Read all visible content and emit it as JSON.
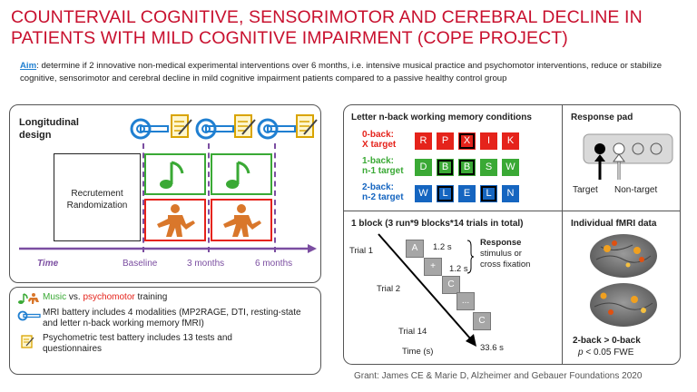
{
  "title": "COUNTERVAIL COGNITIVE, SENSORIMOTOR AND CEREBRAL DECLINE IN PATIENTS WITH MILD COGNITIVE IMPAIRMENT (COPE PROJECT)",
  "aim": {
    "label": "Aim",
    "text": ": determine if 2 innovative non-medical experimental interventions over 6 months, i.e. intensive musical practice and psychomotor interventions, reduce or stabilize cognitive, sensorimotor and cerebral decline in mild cognitive impairment patients compared to a passive healthy control group"
  },
  "design": {
    "title_line1": "Longitudinal",
    "title_line2": "design",
    "recruitment_line1": "Recrutement",
    "recruitment_line2": "Randomization",
    "time_label": "Time",
    "timepoints": [
      "Baseline",
      "3 months",
      "6 months"
    ]
  },
  "legend": {
    "music": "Music",
    "vs": " vs. ",
    "psychomotor": "psychomotor",
    "training": " training",
    "mri_text": "MRI battery includes 4 modalities (MP2RAGE, DTI, resting-state and letter n-back working memory fMRI)",
    "psych_text": "Psychometric test battery includes 13 tests and questionnaires"
  },
  "nback": {
    "title": "Letter n-back working memory conditions",
    "conditions": [
      {
        "label1": "0-back:",
        "label2": "X target",
        "color": "#e5231b",
        "letters": [
          "R",
          "P",
          "X",
          "I",
          "K"
        ],
        "targets": [
          2
        ]
      },
      {
        "label1": "1-back:",
        "label2": "n-1 target",
        "color": "#3aa935",
        "letters": [
          "D",
          "B",
          "B",
          "S",
          "W"
        ],
        "targets": [
          1,
          2
        ]
      },
      {
        "label1": "2-back:",
        "label2": "n-2 target",
        "color": "#1565c0",
        "letters": [
          "W",
          "L",
          "E",
          "L",
          "N"
        ],
        "targets": [
          1,
          3
        ]
      }
    ]
  },
  "response_pad": {
    "title": "Response pad",
    "target": "Target",
    "non_target": "Non-target"
  },
  "block": {
    "title": "1 block (3 run*9 blocks*14 trials in total)",
    "trial1": "Trial 1",
    "trial2": "Trial 2",
    "trial14": "Trial 14",
    "box_a": "A",
    "box_plus": "+",
    "box_c1": "C",
    "box_dots": "...",
    "box_c2": "C",
    "t1": "1.2 s",
    "t2": "1.2 s",
    "response_title": "Response",
    "response_sub1": "stimulus or",
    "response_sub2": "cross fixation",
    "time_label": "Time (s)",
    "time_end": "33.6 s"
  },
  "fmri": {
    "title": "Individual fMRI data",
    "contrast": "2-back > 0-back",
    "p_italic": "p",
    "p_rest": " < 0.05 FWE"
  },
  "grant": "Grant: James CE & Marie D, Alzheimer and Gebauer Foundations 2020",
  "colors": {
    "title_red": "#c8102e",
    "aim_blue": "#1f7fd1",
    "timeline_purple": "#7b4ea1",
    "music_green": "#3aa935",
    "psychomotor_red": "#e5231b",
    "nback_blue": "#1565c0"
  }
}
